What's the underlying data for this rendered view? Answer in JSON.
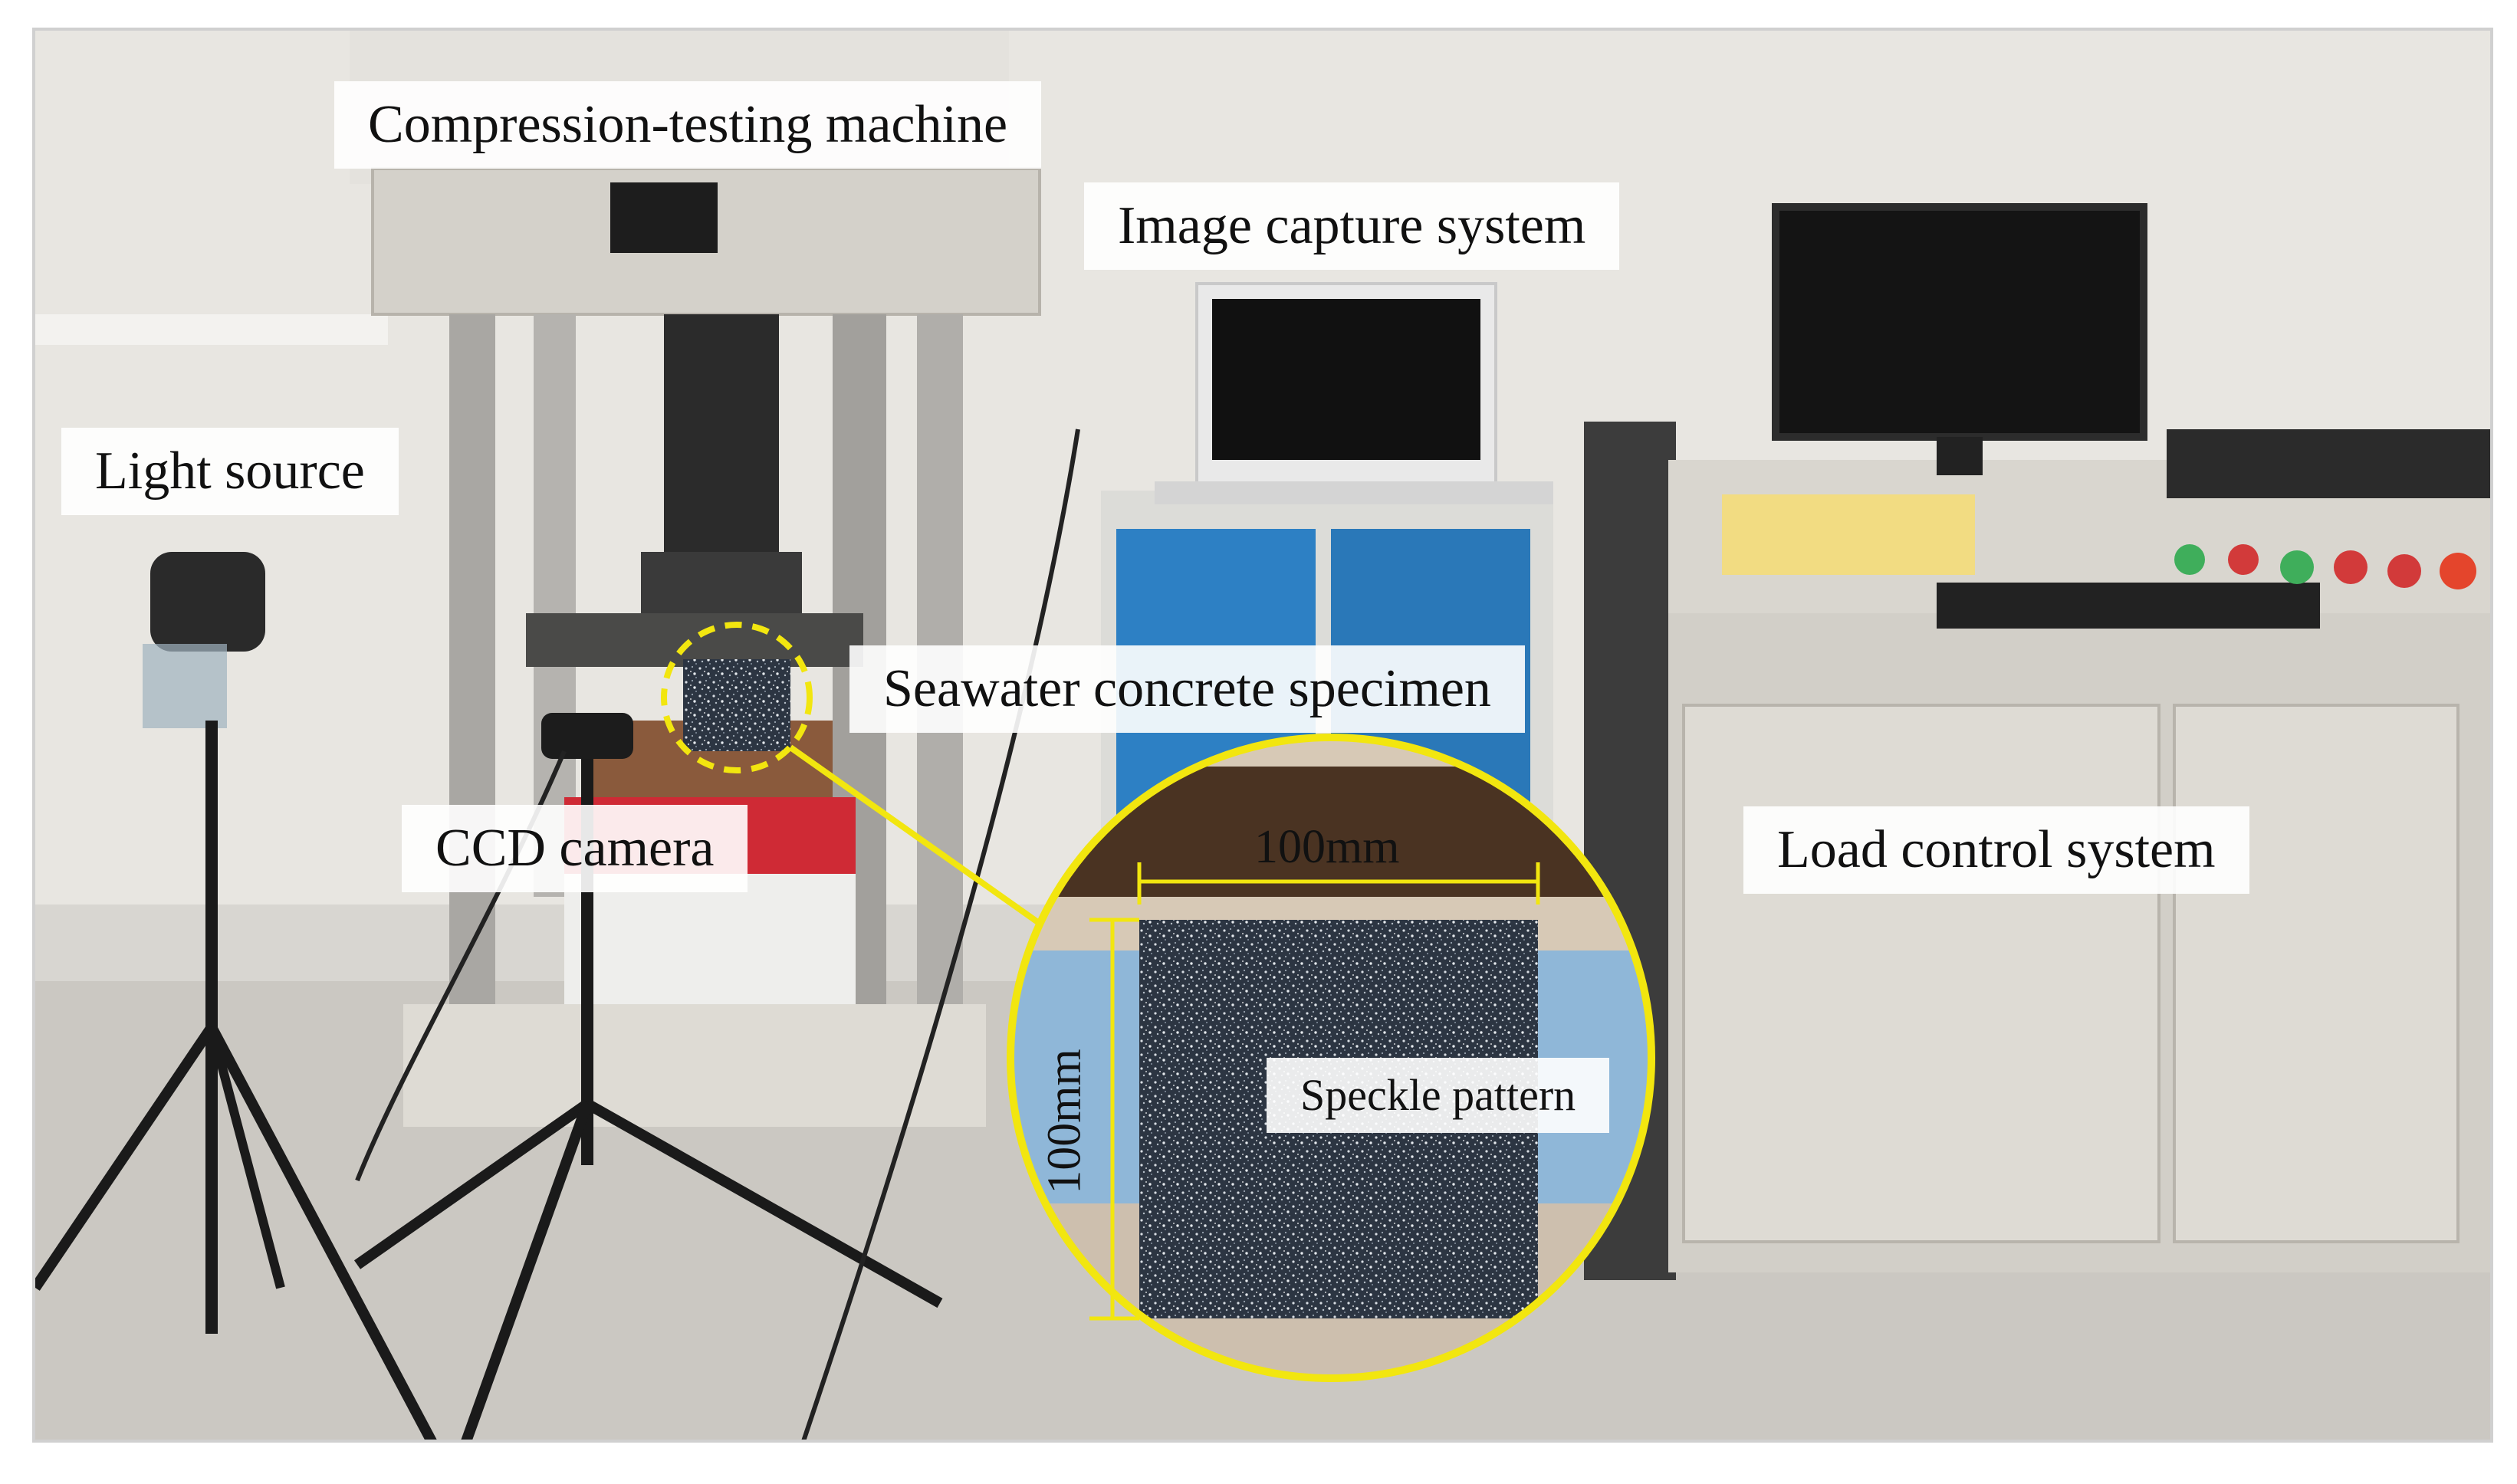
{
  "labels": {
    "compression_testing_machine": "Compression-testing machine",
    "image_capture_system": "Image capture system",
    "light_source": "Light source",
    "seawater_concrete_specimen": "Seawater concrete specimen",
    "ccd_camera": "CCD camera",
    "load_control_system": "Load control system",
    "speckle_pattern": "Speckle pattern"
  },
  "dimensions": {
    "width": "100mm",
    "height": "100mm"
  },
  "colors": {
    "highlight": "#f2e60f",
    "wall": "#e6e4df",
    "floor": "#c9c6c0",
    "machine": "#d7d4cc",
    "cabinet_blue": "#2d7fc2",
    "specimen": "#2a3340"
  }
}
